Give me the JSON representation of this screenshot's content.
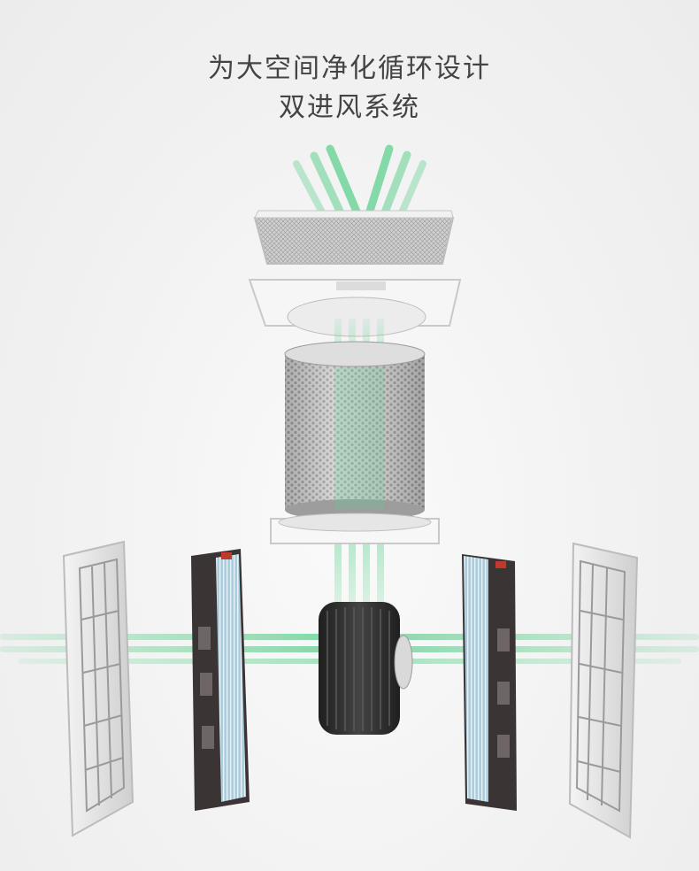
{
  "headline": {
    "line1": "为大空间净化循环设计",
    "line2": "双进风系统"
  },
  "colors": {
    "background": "#f3f3f3",
    "airflow": "#5fd08f",
    "headline_text": "#444444",
    "filter_frame": "#3b3434",
    "filter_media": "#9fc3d6",
    "prefilter": "#e6e6e6",
    "metal": "#b9b9b9",
    "fan": "#2b2b2b"
  },
  "product_parts": [
    "top-grille",
    "top-housing",
    "metal-mesh-cylinder",
    "cylinder-base-ring",
    "left-prefilter",
    "left-hepa-filter",
    "centrifugal-fan",
    "right-hepa-filter",
    "right-prefilter"
  ]
}
